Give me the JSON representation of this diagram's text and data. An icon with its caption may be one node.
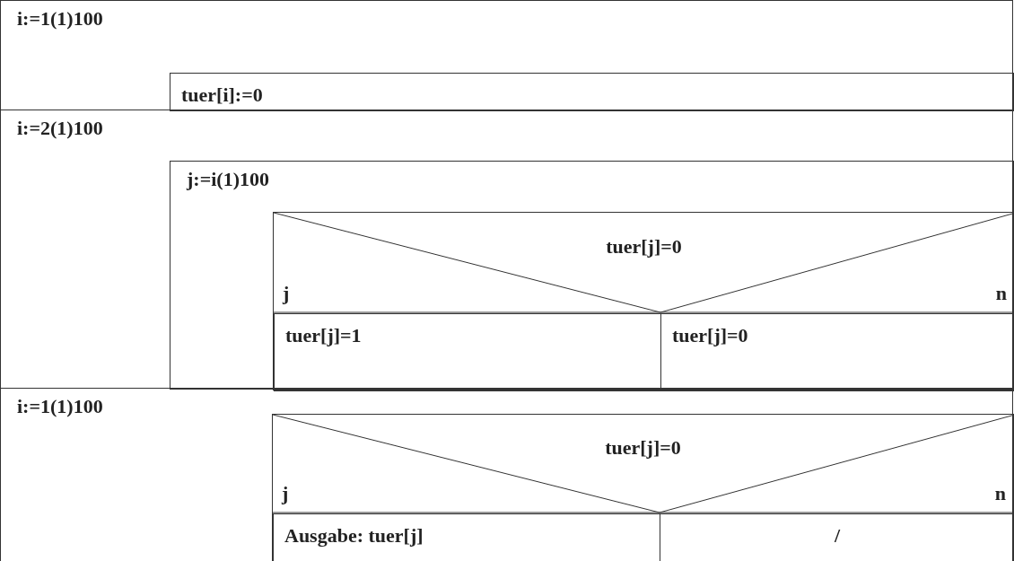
{
  "diagram": {
    "nodes": [
      {
        "text": [
          "i:=1(1)100"
        ]
      },
      {
        "text": [
          "tuer[i]:=0"
        ],
        "in": 0
      },
      {
        "text": [
          "i:=2(1)100"
        ]
      },
      {
        "text": [
          "j:=i(1)100"
        ],
        "in": 2
      },
      {
        "text": [
          "tuer[j]=0",
          "j",
          "n"
        ],
        "in": 3
      },
      {
        "text": [
          "tuer[j]=1"
        ],
        "in": 4
      },
      {
        "text": [
          "tuer[j]=0"
        ],
        "in": 4
      },
      {
        "text": [
          "i:=1(1)100"
        ]
      },
      {
        "text": [
          "tuer[j]=0",
          "j",
          "n"
        ],
        "in": 7
      },
      {
        "text": [
          "Ausgabe: tuer[j]"
        ],
        "in": 8
      },
      {
        "text": [
          "/"
        ],
        "in": 8
      }
    ]
  }
}
